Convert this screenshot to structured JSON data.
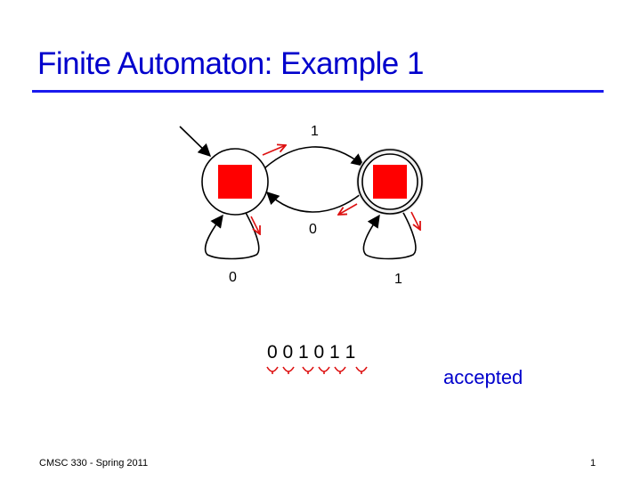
{
  "slide": {
    "title": "Finite Automaton: Example 1",
    "footer_left": "CMSC 330 - Spring 2011",
    "page_number": "1"
  },
  "automaton": {
    "states": [
      {
        "id": "s0",
        "start": true,
        "accepting": false,
        "highlight": "red-square"
      },
      {
        "id": "s1",
        "start": false,
        "accepting": true,
        "highlight": "red-square"
      }
    ],
    "transitions": [
      {
        "from": "s0",
        "to": "s1",
        "label": "1"
      },
      {
        "from": "s1",
        "to": "s0",
        "label": "0"
      },
      {
        "from": "s0",
        "to": "s0",
        "label": "0"
      },
      {
        "from": "s1",
        "to": "s1",
        "label": "1"
      }
    ],
    "labels": {
      "s0_to_s1": "1",
      "s1_to_s0": "0",
      "s0_loop": "0",
      "s1_loop": "1"
    }
  },
  "input": {
    "string": "0 0 1 0 1 1",
    "symbols": [
      "0",
      "0",
      "1",
      "0",
      "1",
      "1"
    ],
    "verdict": "accepted"
  },
  "colors": {
    "title": "#0000cc",
    "highlight": "#ff0000",
    "trace_arrows": "#dd1111",
    "verdict": "#0000cc"
  }
}
